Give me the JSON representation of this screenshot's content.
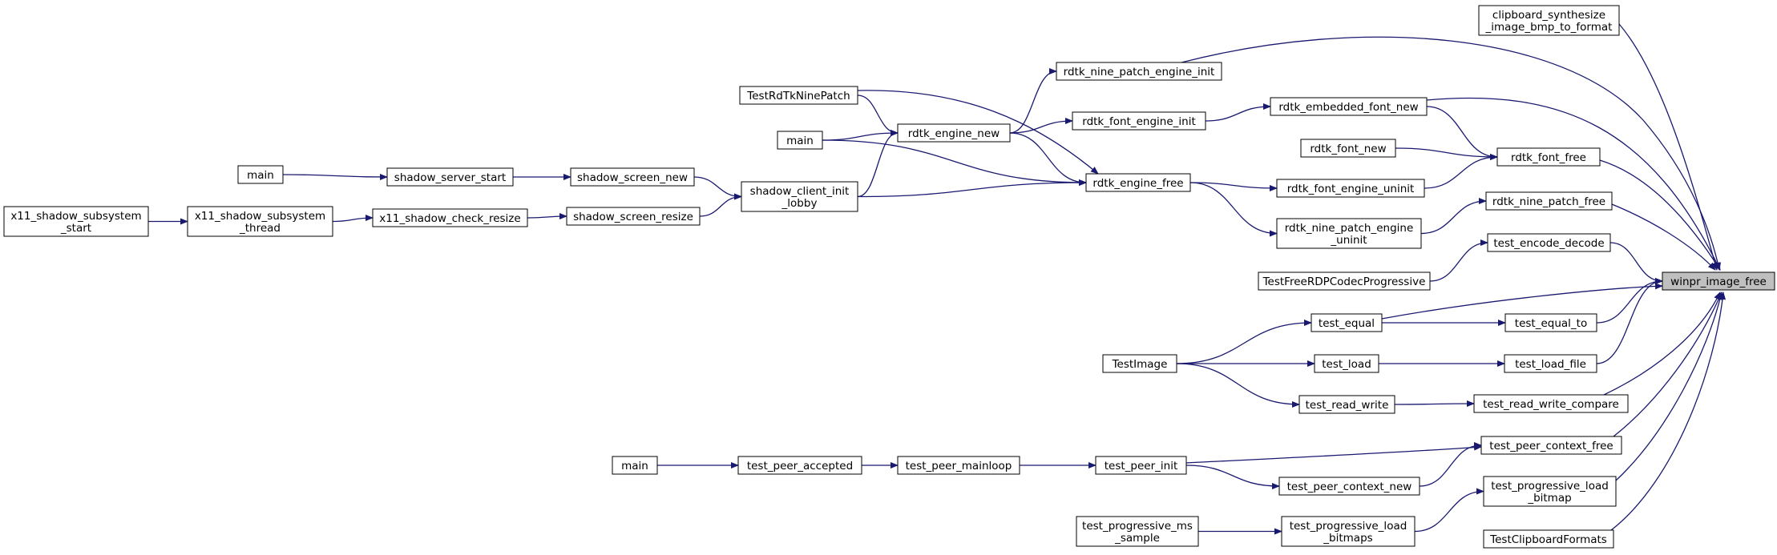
{
  "graph": {
    "root": "winpr_image_free",
    "edge_color": "#191970",
    "root_fill": "#bfbfbf",
    "nodes": [
      {
        "id": "winpr_image_free",
        "lines": [
          "winpr_image_free"
        ]
      },
      {
        "id": "clipboard_synthesize_image_bmp_to_format",
        "lines": [
          "clipboard_synthesize",
          "_image_bmp_to_format"
        ]
      },
      {
        "id": "rdtk_nine_patch_engine_init",
        "lines": [
          "rdtk_nine_patch_engine_init"
        ]
      },
      {
        "id": "rdtk_embedded_font_new",
        "lines": [
          "rdtk_embedded_font_new"
        ]
      },
      {
        "id": "rdtk_font_engine_init",
        "lines": [
          "rdtk_font_engine_init"
        ]
      },
      {
        "id": "rdtk_font_new",
        "lines": [
          "rdtk_font_new"
        ]
      },
      {
        "id": "rdtk_font_free",
        "lines": [
          "rdtk_font_free"
        ]
      },
      {
        "id": "rdtk_font_engine_uninit",
        "lines": [
          "rdtk_font_engine_uninit"
        ]
      },
      {
        "id": "rdtk_nine_patch_free",
        "lines": [
          "rdtk_nine_patch_free"
        ]
      },
      {
        "id": "rdtk_nine_patch_engine_uninit",
        "lines": [
          "rdtk_nine_patch_engine",
          "_uninit"
        ]
      },
      {
        "id": "test_encode_decode",
        "lines": [
          "test_encode_decode"
        ]
      },
      {
        "id": "TestFreeRDPCodecProgressive",
        "lines": [
          "TestFreeRDPCodecProgressive"
        ]
      },
      {
        "id": "TestRdTkNinePatch",
        "lines": [
          "TestRdTkNinePatch"
        ]
      },
      {
        "id": "rdtk_engine_new",
        "lines": [
          "rdtk_engine_new"
        ]
      },
      {
        "id": "main_rdtk",
        "lines": [
          "main"
        ]
      },
      {
        "id": "rdtk_engine_free",
        "lines": [
          "rdtk_engine_free"
        ]
      },
      {
        "id": "main_shadow",
        "lines": [
          "main"
        ]
      },
      {
        "id": "shadow_server_start",
        "lines": [
          "shadow_server_start"
        ]
      },
      {
        "id": "shadow_screen_new",
        "lines": [
          "shadow_screen_new"
        ]
      },
      {
        "id": "shadow_client_init_lobby",
        "lines": [
          "shadow_client_init",
          "_lobby"
        ]
      },
      {
        "id": "x11_shadow_subsystem_start",
        "lines": [
          "x11_shadow_subsystem",
          "_start"
        ]
      },
      {
        "id": "x11_shadow_subsystem_thread",
        "lines": [
          "x11_shadow_subsystem",
          "_thread"
        ]
      },
      {
        "id": "x11_shadow_check_resize",
        "lines": [
          "x11_shadow_check_resize"
        ]
      },
      {
        "id": "shadow_screen_resize",
        "lines": [
          "shadow_screen_resize"
        ]
      },
      {
        "id": "test_equal",
        "lines": [
          "test_equal"
        ]
      },
      {
        "id": "test_equal_to",
        "lines": [
          "test_equal_to"
        ]
      },
      {
        "id": "TestImage",
        "lines": [
          "TestImage"
        ]
      },
      {
        "id": "test_load",
        "lines": [
          "test_load"
        ]
      },
      {
        "id": "test_load_file",
        "lines": [
          "test_load_file"
        ]
      },
      {
        "id": "test_read_write",
        "lines": [
          "test_read_write"
        ]
      },
      {
        "id": "test_read_write_compare",
        "lines": [
          "test_read_write_compare"
        ]
      },
      {
        "id": "main_peer",
        "lines": [
          "main"
        ]
      },
      {
        "id": "test_peer_accepted",
        "lines": [
          "test_peer_accepted"
        ]
      },
      {
        "id": "test_peer_mainloop",
        "lines": [
          "test_peer_mainloop"
        ]
      },
      {
        "id": "test_peer_init",
        "lines": [
          "test_peer_init"
        ]
      },
      {
        "id": "test_peer_context_free",
        "lines": [
          "test_peer_context_free"
        ]
      },
      {
        "id": "test_peer_context_new",
        "lines": [
          "test_peer_context_new"
        ]
      },
      {
        "id": "test_progressive_load_bitmap",
        "lines": [
          "test_progressive_load",
          "_bitmap"
        ]
      },
      {
        "id": "test_progressive_ms_sample",
        "lines": [
          "test_progressive_ms",
          "_sample"
        ]
      },
      {
        "id": "test_progressive_load_bitmaps",
        "lines": [
          "test_progressive_load",
          "_bitmaps"
        ]
      },
      {
        "id": "TestClipboardFormats",
        "lines": [
          "TestClipboardFormats"
        ]
      }
    ],
    "edges": [
      {
        "from": "clipboard_synthesize_image_bmp_to_format",
        "to": "winpr_image_free"
      },
      {
        "from": "rdtk_nine_patch_engine_init",
        "to": "winpr_image_free"
      },
      {
        "from": "rdtk_embedded_font_new",
        "to": "winpr_image_free"
      },
      {
        "from": "rdtk_font_free",
        "to": "winpr_image_free"
      },
      {
        "from": "rdtk_nine_patch_free",
        "to": "winpr_image_free"
      },
      {
        "from": "test_encode_decode",
        "to": "winpr_image_free"
      },
      {
        "from": "test_equal",
        "to": "winpr_image_free"
      },
      {
        "from": "test_equal_to",
        "to": "winpr_image_free"
      },
      {
        "from": "test_load_file",
        "to": "winpr_image_free"
      },
      {
        "from": "test_read_write_compare",
        "to": "winpr_image_free"
      },
      {
        "from": "test_peer_context_free",
        "to": "winpr_image_free"
      },
      {
        "from": "test_progressive_load_bitmap",
        "to": "winpr_image_free"
      },
      {
        "from": "TestClipboardFormats",
        "to": "winpr_image_free"
      },
      {
        "from": "rdtk_engine_new",
        "to": "rdtk_nine_patch_engine_init"
      },
      {
        "from": "rdtk_font_engine_init",
        "to": "rdtk_embedded_font_new"
      },
      {
        "from": "rdtk_engine_new",
        "to": "rdtk_font_engine_init"
      },
      {
        "from": "rdtk_embedded_font_new",
        "to": "rdtk_font_free"
      },
      {
        "from": "rdtk_font_new",
        "to": "rdtk_font_free"
      },
      {
        "from": "rdtk_font_engine_uninit",
        "to": "rdtk_font_free"
      },
      {
        "from": "rdtk_engine_free",
        "to": "rdtk_font_engine_uninit"
      },
      {
        "from": "rdtk_nine_patch_engine_uninit",
        "to": "rdtk_nine_patch_free"
      },
      {
        "from": "rdtk_engine_free",
        "to": "rdtk_nine_patch_engine_uninit"
      },
      {
        "from": "TestFreeRDPCodecProgressive",
        "to": "test_encode_decode"
      },
      {
        "from": "TestRdTkNinePatch",
        "to": "rdtk_engine_new"
      },
      {
        "from": "TestRdTkNinePatch",
        "to": "rdtk_engine_free"
      },
      {
        "from": "main_rdtk",
        "to": "rdtk_engine_new"
      },
      {
        "from": "main_rdtk",
        "to": "rdtk_engine_free"
      },
      {
        "from": "rdtk_engine_new",
        "to": "rdtk_engine_free"
      },
      {
        "from": "shadow_client_init_lobby",
        "to": "rdtk_engine_new"
      },
      {
        "from": "shadow_client_init_lobby",
        "to": "rdtk_engine_free"
      },
      {
        "from": "main_shadow",
        "to": "shadow_server_start"
      },
      {
        "from": "shadow_server_start",
        "to": "shadow_screen_new"
      },
      {
        "from": "shadow_screen_new",
        "to": "shadow_client_init_lobby"
      },
      {
        "from": "x11_shadow_subsystem_start",
        "to": "x11_shadow_subsystem_thread"
      },
      {
        "from": "x11_shadow_subsystem_thread",
        "to": "x11_shadow_check_resize"
      },
      {
        "from": "x11_shadow_check_resize",
        "to": "shadow_screen_resize"
      },
      {
        "from": "shadow_screen_resize",
        "to": "shadow_client_init_lobby"
      },
      {
        "from": "test_equal",
        "to": "test_equal_to"
      },
      {
        "from": "TestImage",
        "to": "test_equal"
      },
      {
        "from": "TestImage",
        "to": "test_load"
      },
      {
        "from": "TestImage",
        "to": "test_read_write"
      },
      {
        "from": "test_load",
        "to": "test_load_file"
      },
      {
        "from": "test_read_write",
        "to": "test_read_write_compare"
      },
      {
        "from": "main_peer",
        "to": "test_peer_accepted"
      },
      {
        "from": "test_peer_accepted",
        "to": "test_peer_mainloop"
      },
      {
        "from": "test_peer_mainloop",
        "to": "test_peer_init"
      },
      {
        "from": "test_peer_init",
        "to": "test_peer_context_free"
      },
      {
        "from": "test_peer_init",
        "to": "test_peer_context_new"
      },
      {
        "from": "test_peer_context_new",
        "to": "test_peer_context_free"
      },
      {
        "from": "test_progressive_ms_sample",
        "to": "test_progressive_load_bitmaps"
      },
      {
        "from": "test_progressive_load_bitmaps",
        "to": "test_progressive_load_bitmap"
      }
    ]
  }
}
